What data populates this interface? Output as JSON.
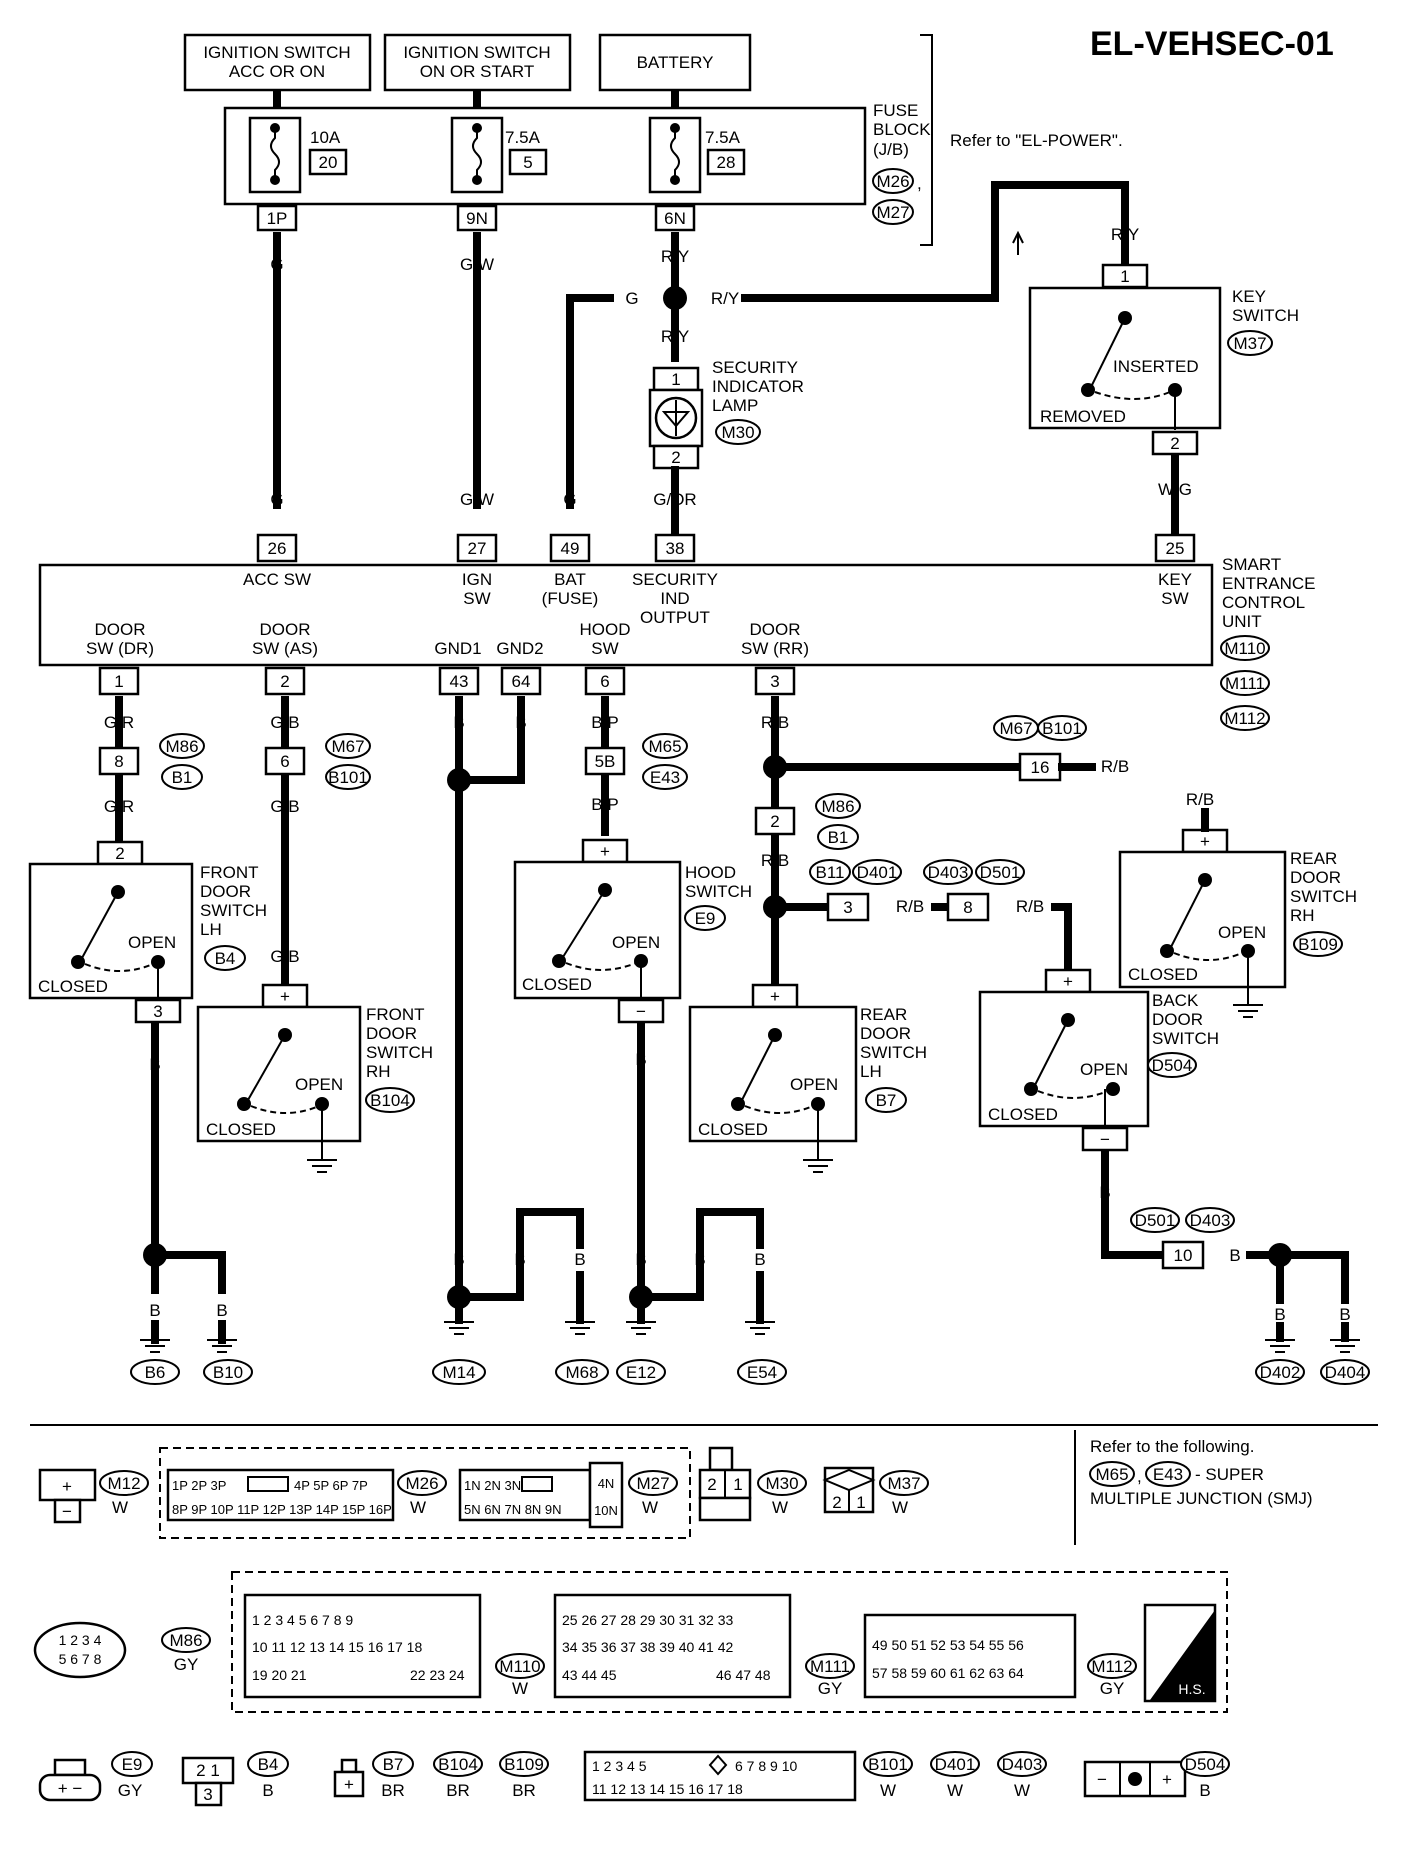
{
  "header": {
    "title": "EL-VEHSEC-01"
  },
  "power_sources": {
    "ign_acc": "IGNITION SWITCH ACC OR ON",
    "ign_on": "IGNITION SWITCH ON OR START",
    "battery": "BATTERY"
  },
  "fuse_block": {
    "label": "FUSE BLOCK (J/B)",
    "connectors": [
      "M26",
      "M27"
    ],
    "refer": "Refer to \"EL-POWER\".",
    "fuses": [
      {
        "amps": "10A",
        "num": "20",
        "out": "1P"
      },
      {
        "amps": "7.5A",
        "num": "5",
        "out": "9N"
      },
      {
        "amps": "7.5A",
        "num": "28",
        "out": "6N"
      }
    ]
  },
  "wires": {
    "g": "G",
    "gw": "G/W",
    "ry": "R/Y",
    "gor": "G/OR",
    "wg": "W/G",
    "gr": "G/R",
    "gb": "G/B",
    "b": "B",
    "bp": "B/P",
    "rb": "R/B"
  },
  "key_switch": {
    "label": "KEY SWITCH",
    "conn": "M37",
    "inserted": "INSERTED",
    "removed": "REMOVED",
    "pin1": "1",
    "pin2": "2"
  },
  "security_lamp": {
    "label": "SECURITY INDICATOR LAMP",
    "conn": "M30",
    "pin1": "1",
    "pin2": "2"
  },
  "control_unit": {
    "label": "SMART ENTRANCE CONTROL UNIT",
    "connectors": [
      "M110",
      "M111",
      "M112"
    ],
    "top_pins": [
      {
        "pin": "26",
        "name": "ACC SW"
      },
      {
        "pin": "27",
        "name": "IGN SW"
      },
      {
        "pin": "49",
        "name": "BAT (FUSE)"
      },
      {
        "pin": "38",
        "name": "SECURITY IND OUTPUT"
      },
      {
        "pin": "25",
        "name": "KEY SW"
      }
    ],
    "bottom_pins": [
      {
        "pin": "1",
        "name": "DOOR SW (DR)"
      },
      {
        "pin": "2",
        "name": "DOOR SW (AS)"
      },
      {
        "pin": "43",
        "name": "GND1"
      },
      {
        "pin": "64",
        "name": "GND2"
      },
      {
        "pin": "6",
        "name": "HOOD SW"
      },
      {
        "pin": "3",
        "name": "DOOR SW (RR)"
      }
    ]
  },
  "switches": {
    "fdl": {
      "label": "FRONT DOOR SWITCH LH",
      "conn": "B4",
      "pin": "2",
      "pin_out": "3"
    },
    "fdr": {
      "label": "FRONT DOOR SWITCH RH",
      "conn": "B104"
    },
    "hood": {
      "label": "HOOD SWITCH",
      "conn": "E9"
    },
    "rdl": {
      "label": "REAR DOOR SWITCH LH",
      "conn": "B7"
    },
    "rdr": {
      "label": "REAR DOOR SWITCH RH",
      "conn": "B109"
    },
    "back": {
      "label": "BACK DOOR SWITCH",
      "conn": "D504"
    },
    "open": "OPEN",
    "closed": "CLOSED",
    "plus": "+",
    "minus": "−"
  },
  "joints": {
    "m86_b1_8": {
      "pin": "8",
      "c1": "M86",
      "c2": "B1"
    },
    "m67_b101_6": {
      "pin": "6",
      "c1": "M67",
      "c2": "B101"
    },
    "m65_e43_5b": {
      "pin": "5B",
      "c1": "M65",
      "c2": "E43"
    },
    "m86_b1_2": {
      "pin": "2",
      "c1": "M86",
      "c2": "B1"
    },
    "m67_b101_16": {
      "pin": "16",
      "c1": "M67",
      "c2": "B101"
    },
    "b11_d401_3": {
      "pin": "3",
      "c1": "B11",
      "c2": "D401"
    },
    "d403_d501_8": {
      "pin": "8",
      "c1": "D403",
      "c2": "D501"
    },
    "d501_d403_10": {
      "pin": "10",
      "c1": "D501",
      "c2": "D403"
    }
  },
  "grounds": [
    "B6",
    "B10",
    "M14",
    "M68",
    "E12",
    "E54",
    "D402",
    "D404"
  ],
  "connector_views": {
    "m12": {
      "id": "M12",
      "color": "W"
    },
    "m26": {
      "id": "M26",
      "color": "W",
      "row1": [
        "1P",
        "2P",
        "3P",
        "4P",
        "5P",
        "6P",
        "7P"
      ],
      "row2": [
        "8P",
        "9P",
        "10P",
        "11P",
        "12P",
        "13P",
        "14P",
        "15P",
        "16P"
      ]
    },
    "m27": {
      "id": "M27",
      "color": "W",
      "row1": [
        "1N",
        "2N",
        "3N"
      ],
      "row2": [
        "5N",
        "6N",
        "7N",
        "8N",
        "9N"
      ],
      "side": [
        "4N",
        "10N"
      ]
    },
    "m30": {
      "id": "M30",
      "color": "W",
      "pins": [
        "2",
        "1"
      ]
    },
    "m37": {
      "id": "M37",
      "color": "W",
      "pins": [
        "2",
        "1"
      ]
    },
    "refer_note": "Refer to the following.",
    "smj_c1": "M65",
    "smj_c2": "E43",
    "smj_text": "- SUPER MULTIPLE JUNCTION (SMJ)",
    "m86": {
      "id": "M86",
      "color": "GY",
      "row1": [
        "1",
        "2",
        "3",
        "4"
      ],
      "row2": [
        "5",
        "6",
        "7",
        "8"
      ]
    },
    "m110": {
      "id": "M110",
      "color": "W",
      "row1": [
        "1",
        "2",
        "3",
        "4",
        "5",
        "6",
        "7",
        "8",
        "9"
      ],
      "row2": [
        "10",
        "11",
        "12",
        "13",
        "14",
        "15",
        "16",
        "17",
        "18"
      ],
      "row3": [
        "19",
        "20",
        "21",
        "22",
        "23",
        "24"
      ]
    },
    "m111": {
      "id": "M111",
      "color": "GY",
      "row1": [
        "25",
        "26",
        "27",
        "28",
        "29",
        "30",
        "31",
        "32",
        "33"
      ],
      "row2": [
        "34",
        "35",
        "36",
        "37",
        "38",
        "39",
        "40",
        "41",
        "42"
      ],
      "row3": [
        "43",
        "44",
        "45",
        "46",
        "47",
        "48"
      ]
    },
    "m112": {
      "id": "M112",
      "color": "GY",
      "row1": [
        "49",
        "50",
        "51",
        "52",
        "53",
        "54",
        "55",
        "56"
      ],
      "row2": [
        "57",
        "58",
        "59",
        "60",
        "61",
        "62",
        "63",
        "64"
      ]
    },
    "hs": "H.S.",
    "e9": {
      "id": "E9",
      "color": "GY"
    },
    "b4": {
      "id": "B4",
      "color": "B",
      "pins": [
        "2",
        "1",
        "3"
      ]
    },
    "b7": {
      "id": "B7",
      "color": "BR"
    },
    "b104": {
      "id": "B104",
      "color": "BR"
    },
    "b109": {
      "id": "B109",
      "color": "BR"
    },
    "b101": {
      "id": "B101",
      "color": "W",
      "row1": [
        "1",
        "2",
        "3",
        "4",
        "5",
        "6",
        "7",
        "8",
        "9",
        "10"
      ],
      "row2": [
        "11",
        "12",
        "13",
        "14",
        "15",
        "16",
        "17",
        "18"
      ]
    },
    "d401": {
      "id": "D401",
      "color": "W"
    },
    "d403": {
      "id": "D403",
      "color": "W"
    },
    "d504": {
      "id": "D504",
      "color": "B"
    }
  }
}
